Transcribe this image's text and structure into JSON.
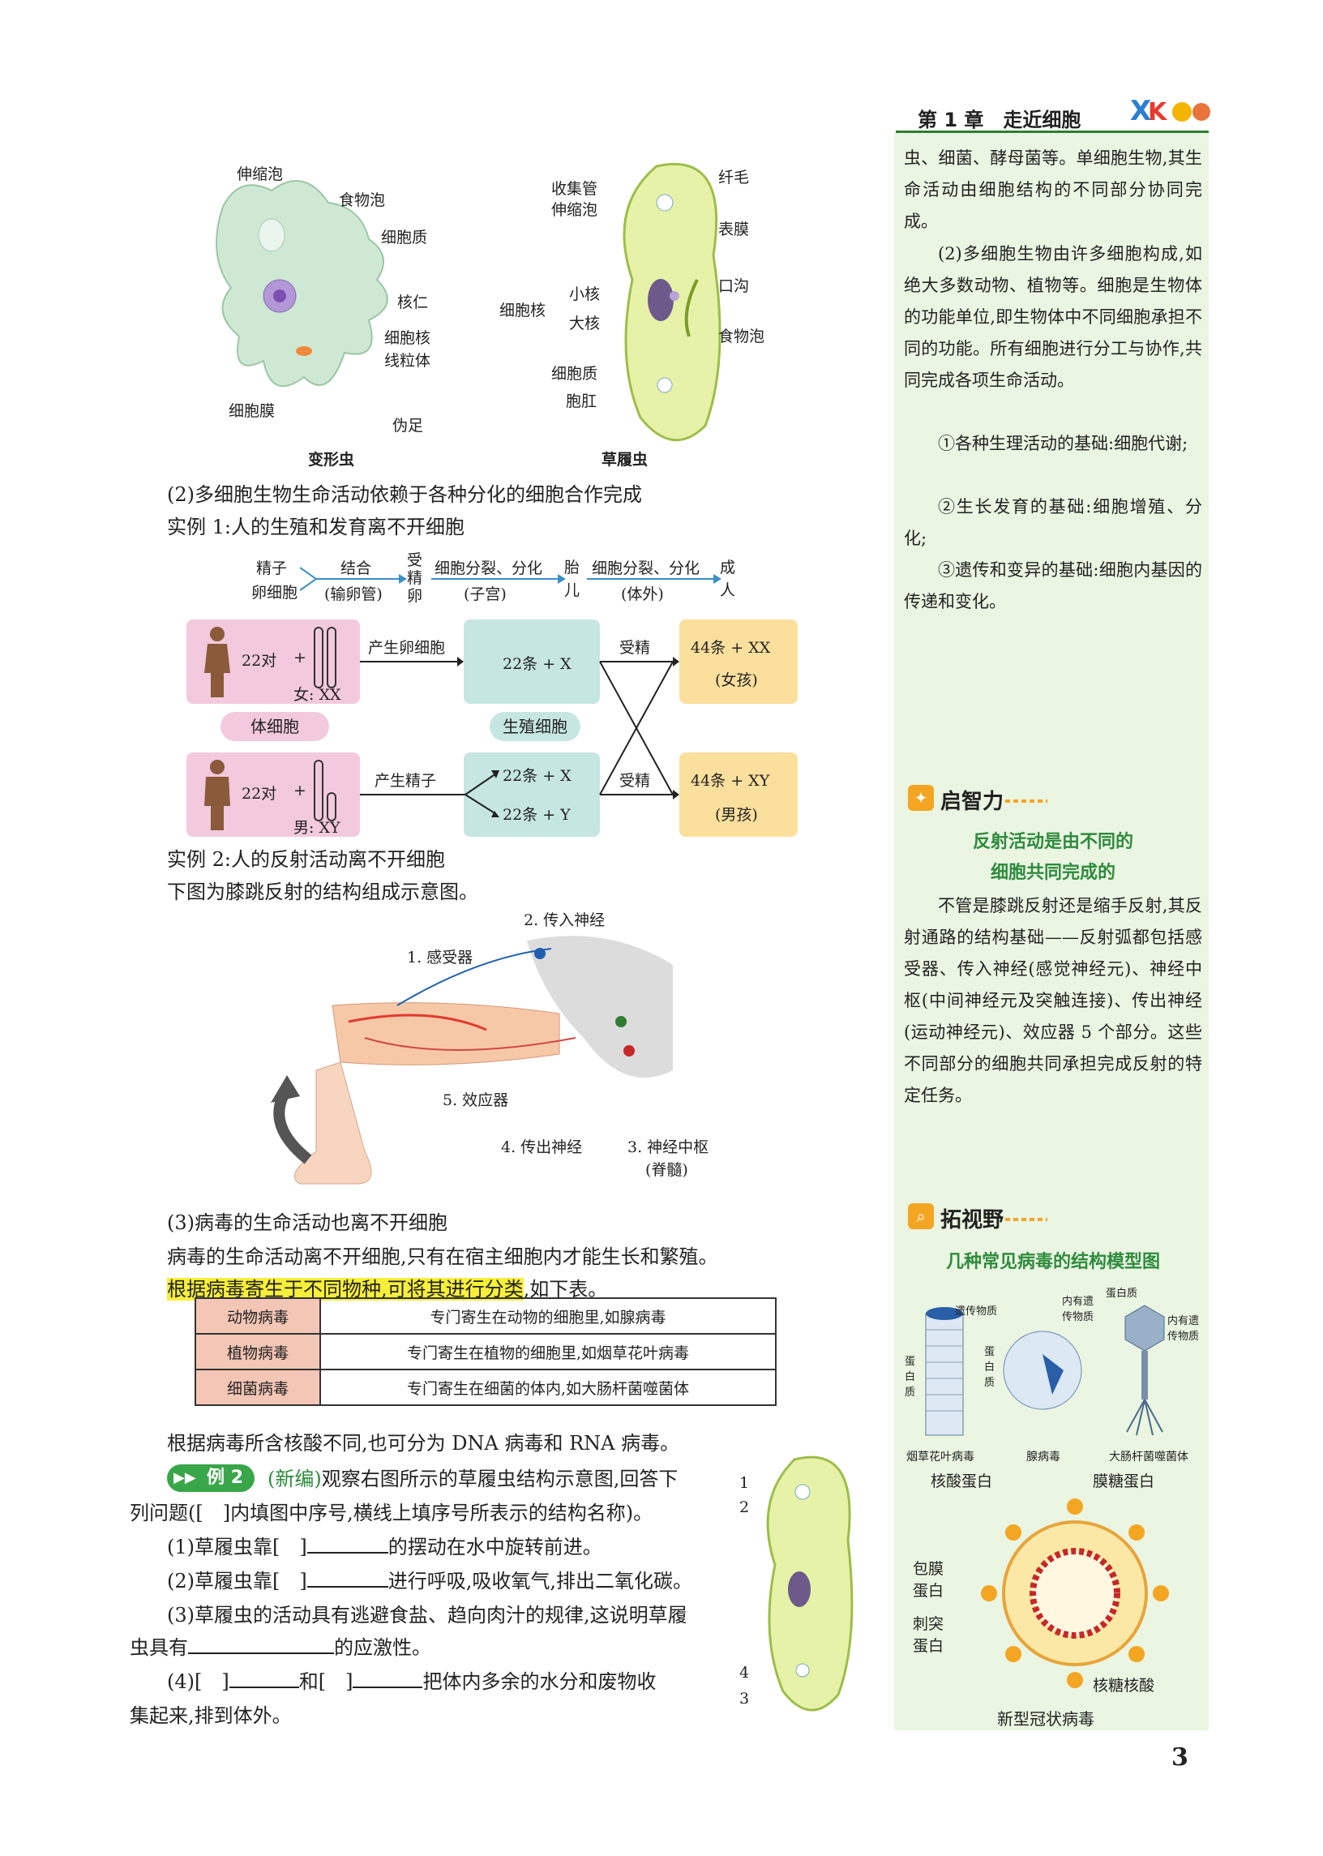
{
  "header": {
    "chapter": "第 1 章　走近细胞"
  },
  "amoeba": {
    "caption": "变形虫",
    "labels": [
      "伸缩泡",
      "食物泡",
      "细胞质",
      "核仁",
      "细胞核",
      "线粒体",
      "细胞膜",
      "伪足"
    ]
  },
  "paramecium": {
    "caption": "草履虫",
    "labels": [
      "收集管",
      "伸缩泡",
      "纤毛",
      "表膜",
      "口沟",
      "细胞核",
      "小核",
      "大核",
      "食物泡",
      "细胞质",
      "胞肛"
    ]
  },
  "section2": {
    "heading": "(2)多细胞生物生命活动依赖于各种分化的细胞合作完成",
    "example1": "实例 1:人的生殖和发育离不开细胞"
  },
  "dev_flow": {
    "sperm": "精子",
    "egg": "卵细胞",
    "fert": "结合",
    "fert_place": "(输卵管)",
    "zygote": "受精卵",
    "div1": "细胞分裂、分化",
    "place1": "(子宫)",
    "fetus": "胎儿",
    "div2": "细胞分裂、分化",
    "place2": "(体外)",
    "adult": "成人"
  },
  "gamete_diagram": {
    "female_count": "22对",
    "plus": "+",
    "female_chr": "女: XX",
    "produce_egg": "产生卵细胞",
    "egg_content": "22条 + X",
    "fertilization": "受精",
    "girl_content": "44条 + XX",
    "girl": "(女孩)",
    "somatic": "体细胞",
    "germ": "生殖细胞",
    "male_count": "22对",
    "male_chr": "男: XY",
    "produce_sperm": "产生精子",
    "sperm_x": "22条 + X",
    "sperm_y": "22条 + Y",
    "boy_content": "44条 + XY",
    "boy": "(男孩)"
  },
  "example2": {
    "title": "实例 2:人的反射活动离不开细胞",
    "desc": "下图为膝跳反射的结构组成示意图。",
    "labels": [
      "2. 传入神经",
      "1. 感受器",
      "5. 效应器",
      "4. 传出神经",
      "3. 神经中枢",
      "(脊髓)"
    ]
  },
  "section3": {
    "heading": "(3)病毒的生命活动也离不开细胞",
    "p1": "病毒的生命活动离不开细胞,只有在宿主细胞内才能生长和繁殖。",
    "p2_highlight": "根据病毒寄生于不同物种,可将其进行分类",
    "p2_rest": ",如下表。",
    "table": [
      {
        "type": "动物病毒",
        "desc": "专门寄生在动物的细胞里,如腺病毒"
      },
      {
        "type": "植物病毒",
        "desc": "专门寄生在植物的细胞里,如烟草花叶病毒"
      },
      {
        "type": "细菌病毒",
        "desc": "专门寄生在细菌的体内,如大肠杆菌噬菌体"
      }
    ],
    "p3": "根据病毒所含核酸不同,也可分为 DNA 病毒和 RNA 病毒。"
  },
  "example_q": {
    "badge": "例 2",
    "tag": "(新编)",
    "intro1": "观察右图所示的草履虫结构示意图,回答下",
    "intro2": "列问题([　]内填图中序号,横线上填序号所表示的结构名称)。",
    "q1a": "(1)草履虫靠[　]",
    "q1b": "的摆动在水中旋转前进。",
    "q2a": "(2)草履虫靠[　]",
    "q2b": "进行呼吸,吸收氧气,排出二氧化碳。",
    "q3a": "(3)草履虫的活动具有逃避食盐、趋向肉汁的规律,这说明草履",
    "q3b": "虫具有",
    "q3c": "的应激性。",
    "q4a": "(4)[　]",
    "q4b": "和[　]",
    "q4c": "把体内多余的水分和废物收",
    "q4d": "集起来,排到体外。",
    "fig_nums": [
      "1",
      "2",
      "4",
      "3"
    ]
  },
  "sidebar": {
    "p1": "虫、细菌、酵母菌等。单细胞生物,其生命活动由细胞结构的不同部分协同完成。",
    "p2": "(2)多细胞生物由许多细胞构成,如绝大多数动物、植物等。细胞是生物体的功能单位,即生物体中不同细胞承担不同的功能。所有细胞进行分工与协作,共同完成各项生命活动。",
    "p3": "①各种生理活动的基础:细胞代谢;",
    "p4": "②生长发育的基础:细胞增殖、分化;",
    "p5": "③遗传和变异的基础:细胞内基因的传递和变化。",
    "box1_title": "启智力",
    "box1_sub1": "反射活动是由不同的",
    "box1_sub2": "细胞共同完成的",
    "box1_text": "不管是膝跳反射还是缩手反射,其反射通路的结构基础——反射弧都包括感受器、传入神经(感觉神经元)、神经中枢(中间神经元及突触连接)、传出神经(运动神经元)、效应器 5 个部分。这些不同部分的细胞共同承担完成反射的特定任务。",
    "box2_title": "拓视野",
    "box2_sub": "几种常见病毒的结构模型图",
    "virus_labels": [
      "遗传物质",
      "内有遗传物质",
      "蛋白质",
      "内有遗传物质",
      "蛋白质",
      "蛋白质"
    ],
    "virus_names": [
      "烟草花叶病毒",
      "腺病毒",
      "大肠杆菌噬菌体"
    ],
    "covid_labels": [
      "核酸蛋白",
      "膜糖蛋白",
      "包膜蛋白",
      "刺突蛋白",
      "核糖核酸"
    ],
    "covid_caption": "新型冠状病毒"
  },
  "page_number": "3",
  "colors": {
    "accent_green": "#2e8b3d",
    "sidebar_bg": "#eaf5e2",
    "pink": "#f3c9dd",
    "teal": "#c6e6e2",
    "orange": "#fbdf9c",
    "highlight": "#f7ef3a"
  }
}
